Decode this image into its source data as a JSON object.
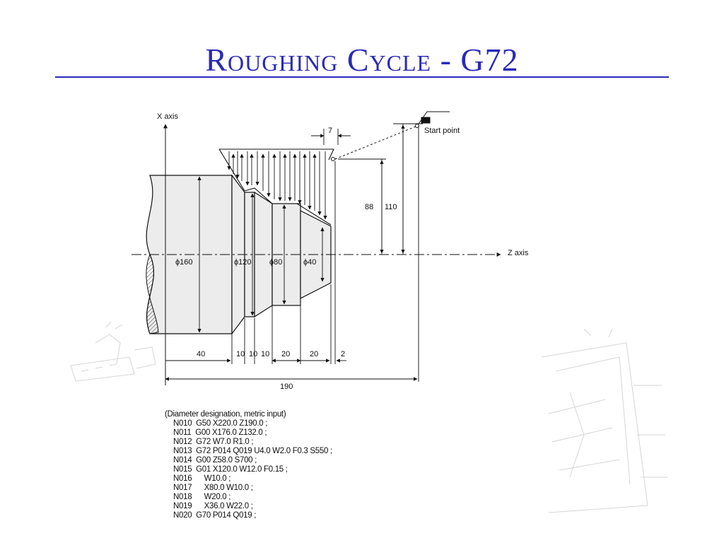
{
  "slide": {
    "title": "Roughing Cycle - G72"
  },
  "diagram": {
    "x_axis_label": "X axis",
    "z_axis_label": "Z axis",
    "start_point_label": "Start point",
    "dims": {
      "d160": "ϕ160",
      "d120": "ϕ120",
      "d80": "ϕ80",
      "d40": "ϕ40",
      "depth_7": "7",
      "x88": "88",
      "x110": "110",
      "z40": "40",
      "z10a": "10",
      "z10b": "10",
      "z10c": "10",
      "z20a": "20",
      "z20b": "20",
      "z2": "2",
      "z190": "190"
    }
  },
  "program": {
    "header": "(Diameter designation, metric input)",
    "lines": [
      "N010  G50 X220.0 Z190.0 ;",
      "N011  G00 X176.0 Z132.0 ;",
      "N012  G72 W7.0 R1.0 ;",
      "N013  G72 P014 Q019 U4.0 W2.0 F0.3 S550 ;",
      "N014  G00 Z58.0 S700 ;",
      "N015  G01 X120.0 W12.0 F0.15 ;",
      "N016      W10.0 ;",
      "N017      X80.0 W10.0 ;",
      "N018      W20.0 ;",
      "N019      X36.0 W22.0 ;",
      "N020  G70 P014 Q019 ;"
    ]
  },
  "colors": {
    "title": "#2a2ab8",
    "line": "#111111",
    "part_fill": "#ececec"
  }
}
